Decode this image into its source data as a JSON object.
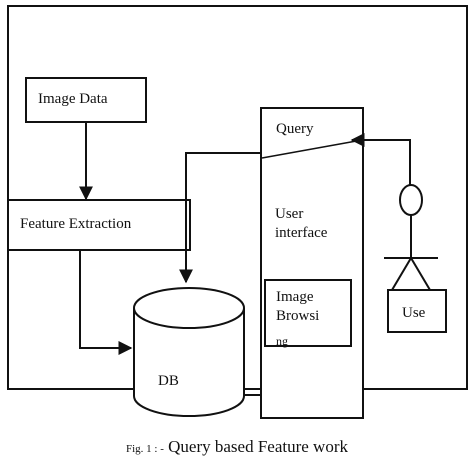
{
  "figure": {
    "boxes": {
      "image_data": "Image Data",
      "feature_extraction": "Feature Extraction",
      "query": "Query",
      "user_interface_line1": "User",
      "user_interface_line2": "interface",
      "image_browsing_line1": "Image",
      "image_browsing_line2": "Browsi",
      "image_browsing_line3": "ng",
      "db": "DB",
      "user": "Use"
    },
    "caption": {
      "prefix": "Fig. 1 : -",
      "text": "Query based Feature work"
    }
  }
}
